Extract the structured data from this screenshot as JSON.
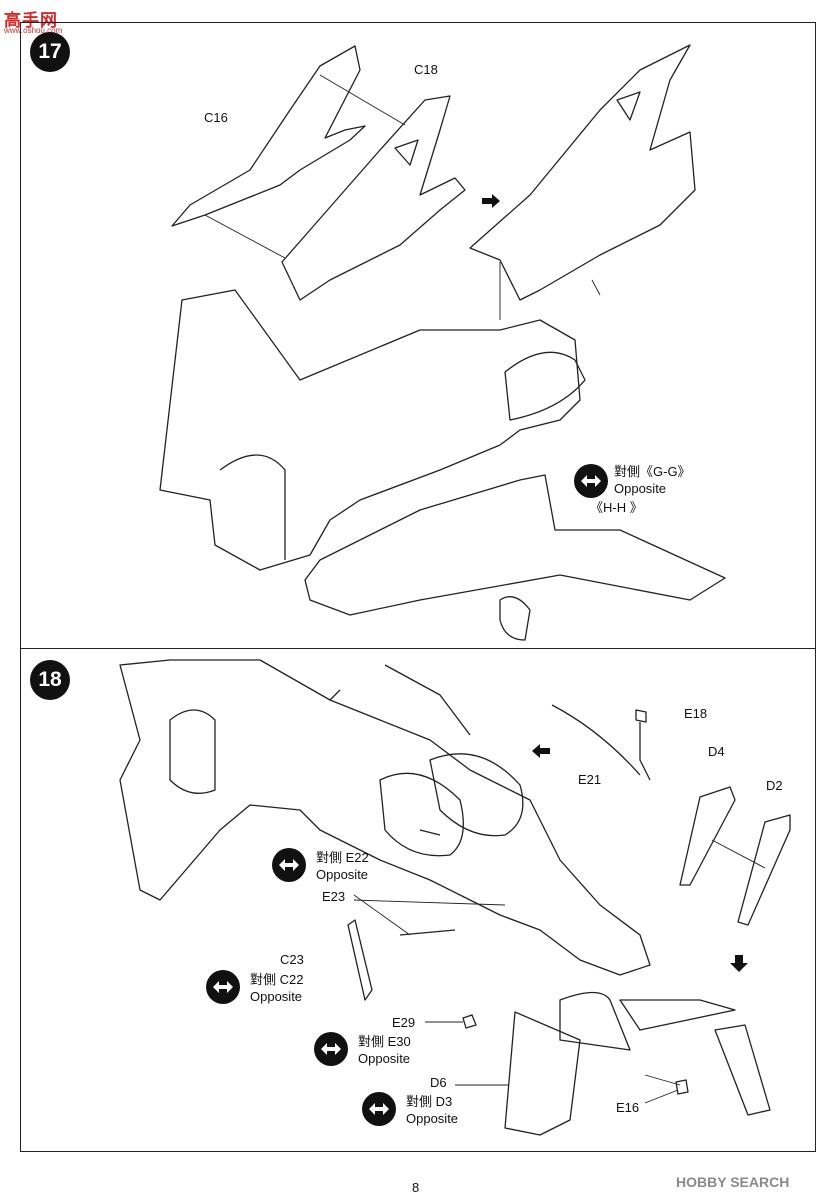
{
  "watermark": {
    "text": "高手网",
    "subtext": "www.oshou.com"
  },
  "steps": [
    {
      "number": "17",
      "parts": [
        "C16",
        "C18"
      ],
      "notes": [
        {
          "cn": "對側《G-G》",
          "en": "Opposite",
          "extra": "《H-H 》"
        }
      ]
    },
    {
      "number": "18",
      "parts": [
        "E18",
        "D4",
        "D2",
        "E21",
        "E23",
        "C23",
        "E29",
        "D6",
        "E16"
      ],
      "notes": [
        {
          "cn": "對側 E22",
          "en": "Opposite"
        },
        {
          "cn": "對側 C22",
          "en": "Opposite"
        },
        {
          "cn": "對側 E30",
          "en": "Opposite"
        },
        {
          "cn": "對側 D3",
          "en": "Opposite"
        }
      ]
    }
  ],
  "page_number": "8",
  "footer_logo": "HOBBY SEARCH"
}
